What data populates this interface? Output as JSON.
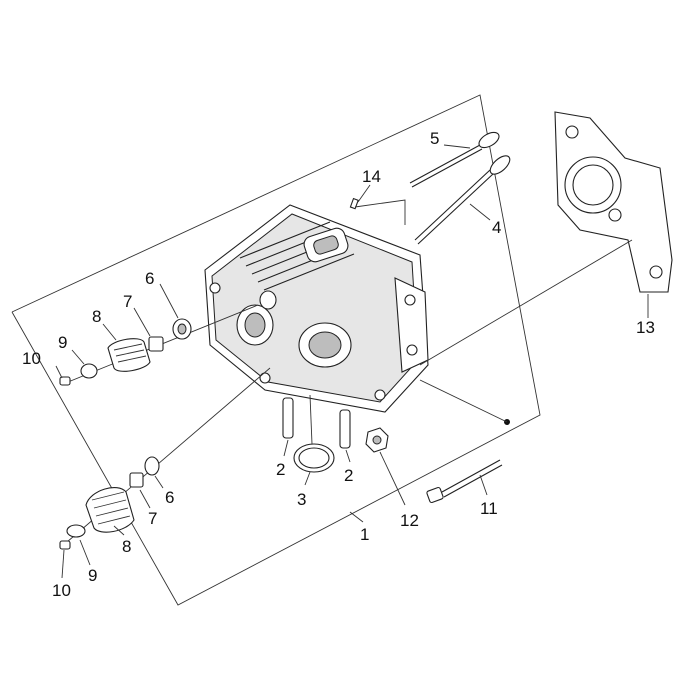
{
  "callouts": {
    "c1": "1",
    "c2a": "2",
    "c2b": "2",
    "c3": "3",
    "c4": "4",
    "c5": "5",
    "c6a": "6",
    "c6b": "6",
    "c7a": "7",
    "c7b": "7",
    "c8a": "8",
    "c8b": "8",
    "c9a": "9",
    "c9b": "9",
    "c10a": "10",
    "c10b": "10",
    "c11": "11",
    "c12": "12",
    "c13": "13",
    "c14": "14"
  },
  "colors": {
    "line": "#222222",
    "background": "#ffffff",
    "shade": "#e6e6e6"
  }
}
